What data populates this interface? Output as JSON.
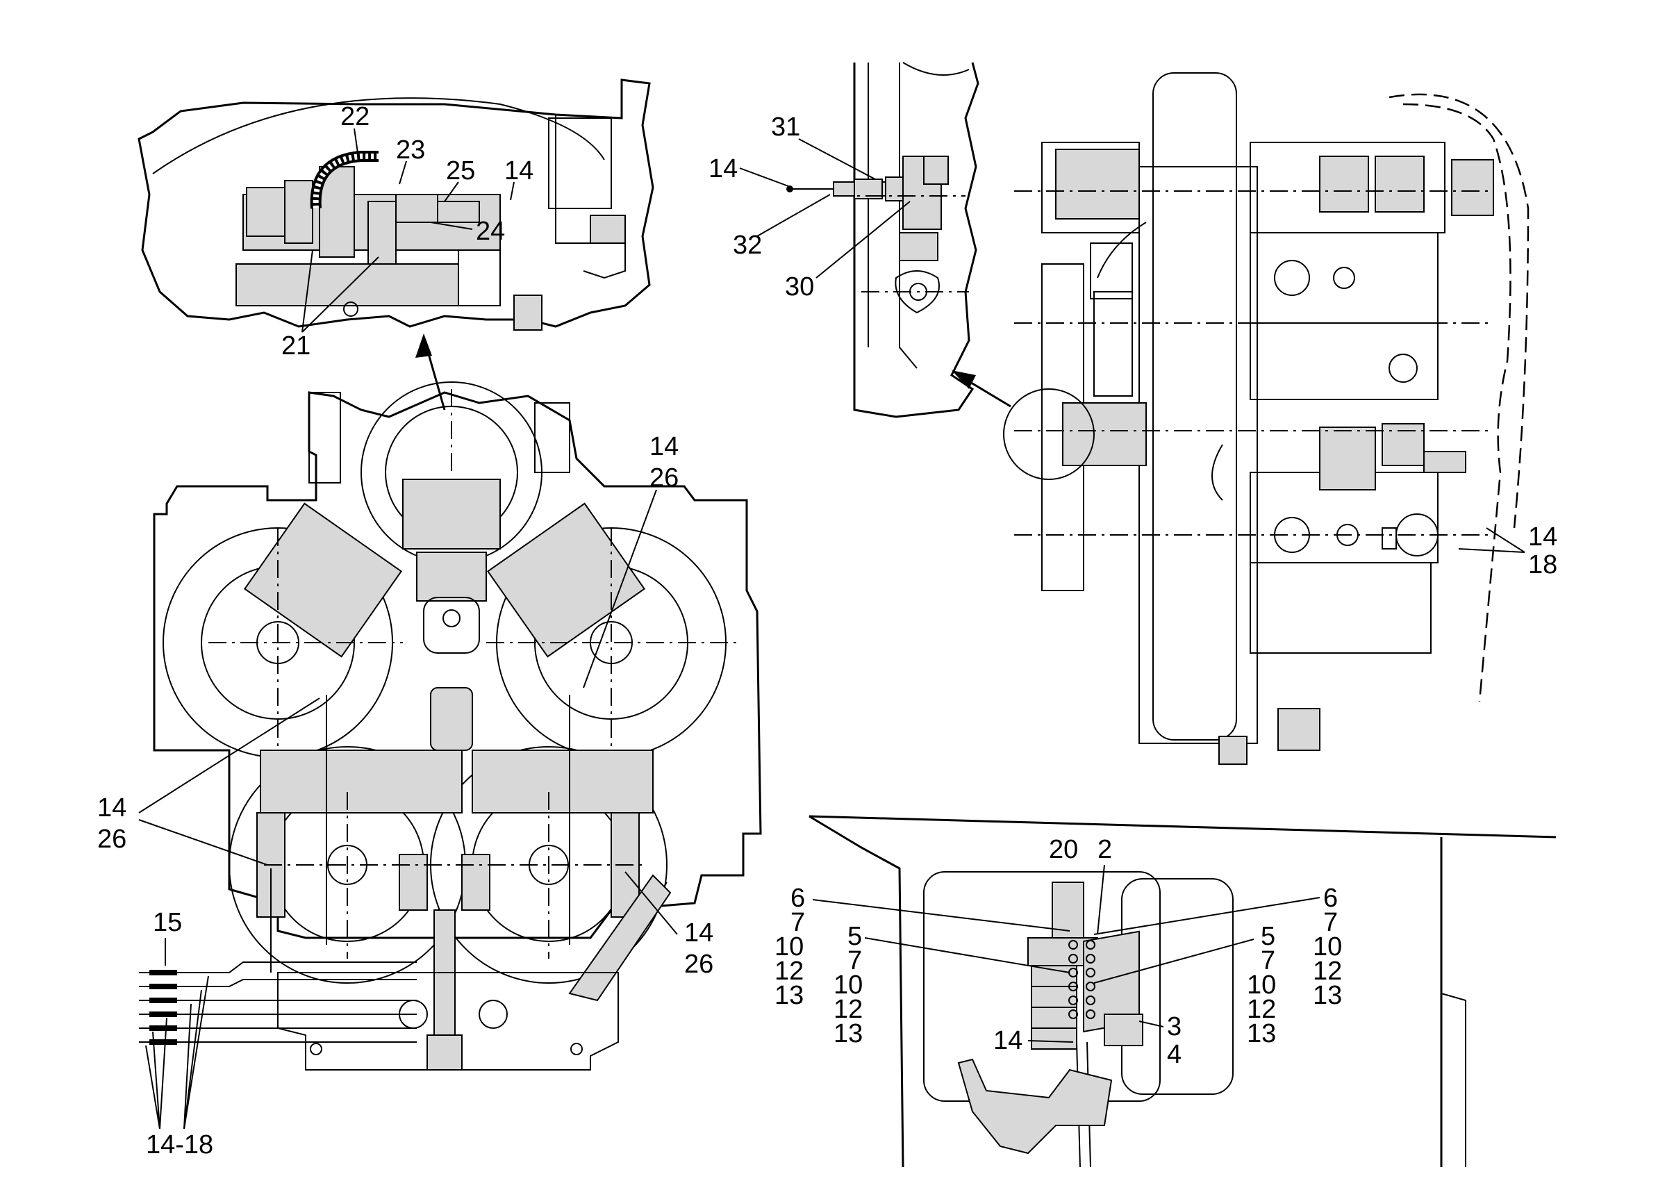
{
  "callouts": {
    "detail_top_left": {
      "c22": "22",
      "c23": "23",
      "c25": "25",
      "c14": "14",
      "c24": "24",
      "c21": "21"
    },
    "detail_top_mid": {
      "c31": "31",
      "c14": "14",
      "c32": "32",
      "c30": "30"
    },
    "side_view": {
      "c14": "14",
      "c18": "18"
    },
    "main_view": {
      "upper_right_14": "14",
      "upper_right_26": "26",
      "left_14": "14",
      "left_26": "26",
      "lower_right_14": "14",
      "lower_right_26": "26",
      "c15": "15",
      "c14_18": "14-18"
    },
    "lower_detail": {
      "c20": "20",
      "c2": "2",
      "left_group_a": [
        "6",
        "7",
        "10",
        "12",
        "13"
      ],
      "left_group_b": [
        "5",
        "7",
        "10",
        "12",
        "13"
      ],
      "right_group_a": [
        "6",
        "7",
        "10",
        "12",
        "13"
      ],
      "right_group_b": [
        "5",
        "7",
        "10",
        "12",
        "13"
      ],
      "c14": "14",
      "c3": "3",
      "c4": "4"
    }
  }
}
